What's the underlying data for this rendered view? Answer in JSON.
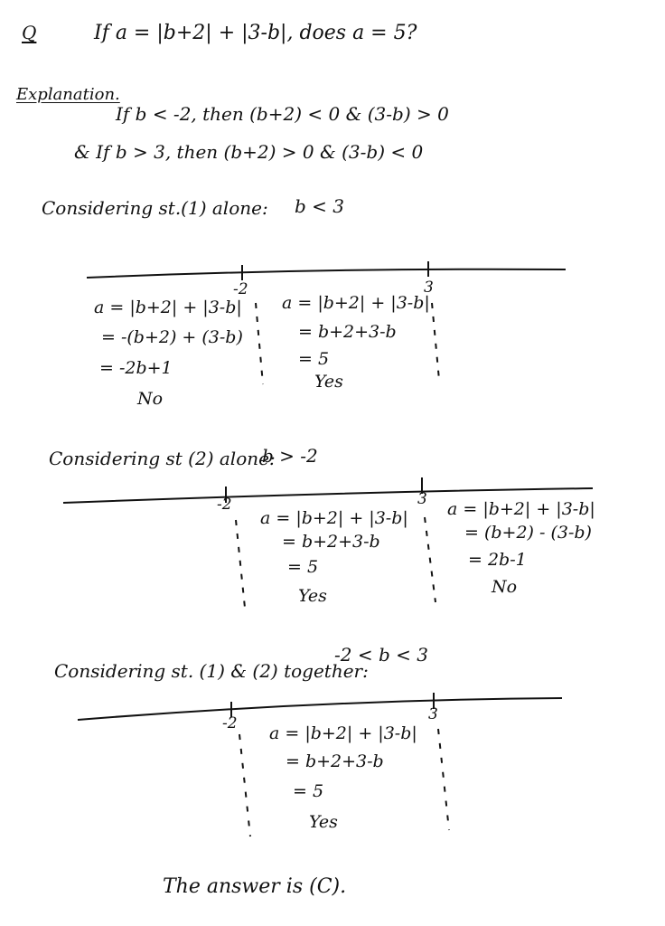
{
  "question": {
    "label": "Q",
    "text": "If a = |b+2| + |3-b|, does a = 5?"
  },
  "explanation": {
    "heading": "Explanation.",
    "line1": "If b < -2, then (b+2) < 0 & (3-b) > 0",
    "line2": "& If b > 3, then (b+2) > 0 & (3-b) < 0"
  },
  "section1": {
    "heading": "Considering st.(1) alone:",
    "condition": "b < 3",
    "tick_left": "-2",
    "tick_right": "3",
    "left_region": [
      "a = |b+2| + |3-b|",
      "= -(b+2) + (3-b)",
      "= -2b+1",
      "No"
    ],
    "middle_region": [
      "a = |b+2| + |3-b|",
      "= b+2+3-b",
      "= 5",
      "Yes"
    ]
  },
  "section2": {
    "heading": "Considering st (2) alone:",
    "condition": "b > -2",
    "tick_left": "-2",
    "tick_right": "3",
    "middle_region": [
      "a = |b+2| + |3-b|",
      "= b+2+3-b",
      "= 5",
      "Yes"
    ],
    "right_region": [
      "a = |b+2| + |3-b|",
      "= (b+2) - (3-b)",
      "= 2b-1",
      "No"
    ]
  },
  "section3": {
    "heading": "Considering st. (1) & (2) together:",
    "condition": "-2 < b < 3",
    "tick_left": "-2",
    "tick_right": "3",
    "middle_region": [
      "a = |b+2| + |3-b|",
      "= b+2+3-b",
      "= 5",
      "Yes"
    ]
  },
  "answer": "The answer is (C)."
}
